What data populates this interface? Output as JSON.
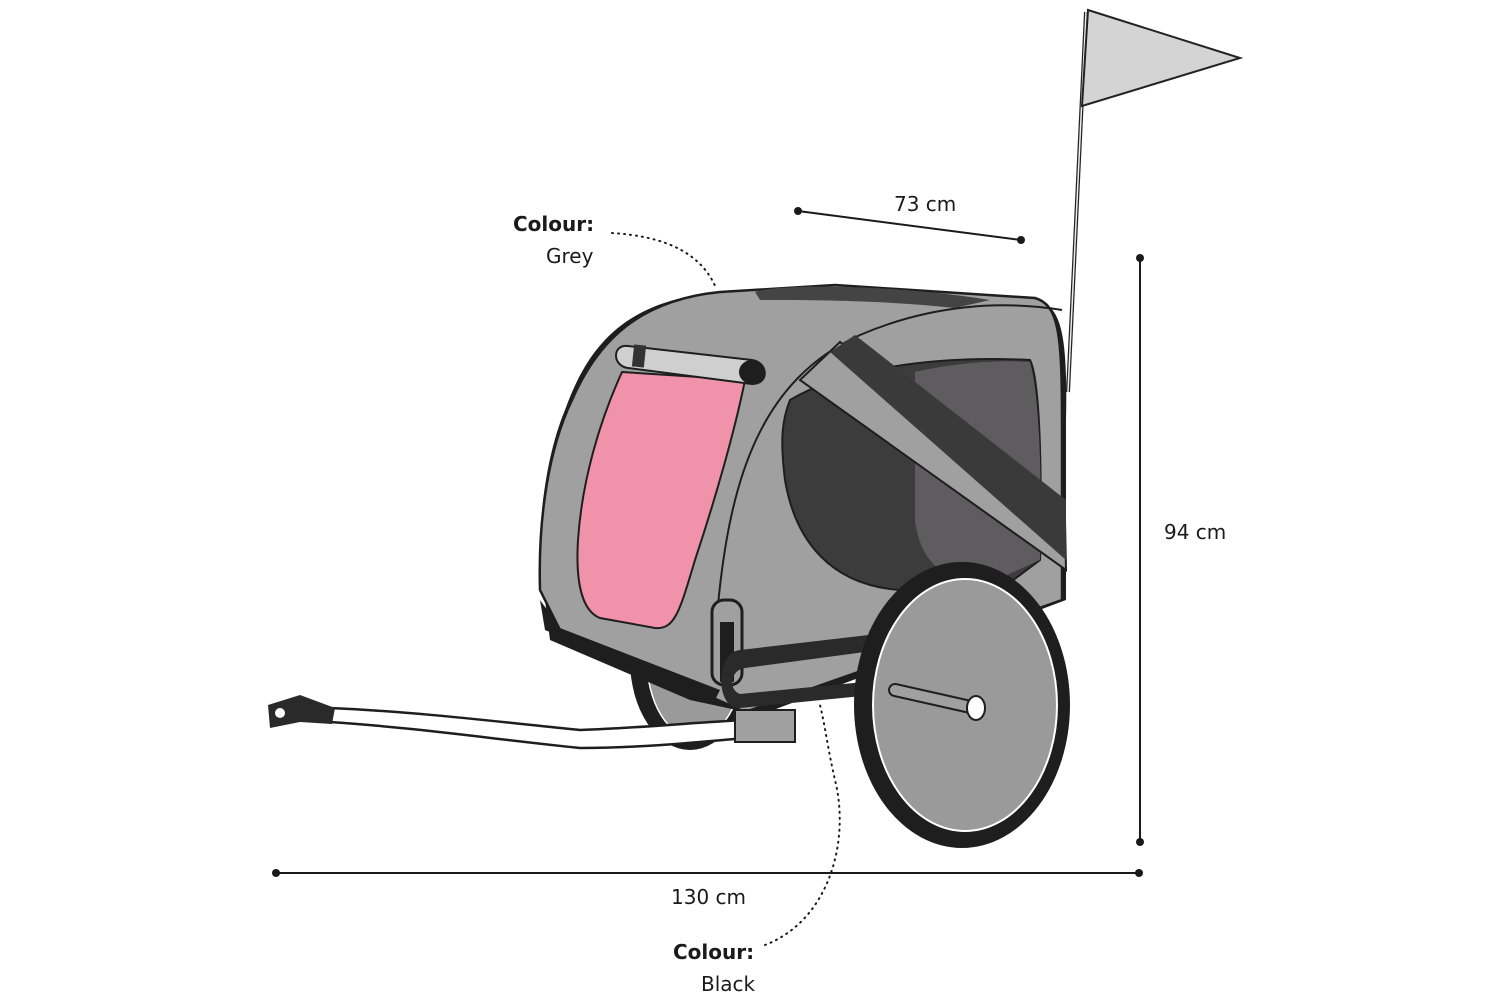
{
  "product": {
    "colour_labels": [
      {
        "label": "Colour:",
        "value": "Grey"
      },
      {
        "label": "Colour:",
        "value": "Black"
      }
    ],
    "dimensions": {
      "width": "73 cm",
      "height": "94 cm",
      "length": "130 cm"
    }
  },
  "colors": {
    "body_grey": "#a0a0a0",
    "panel_pink": "#f093aa",
    "frame_black": "#1e1e1e",
    "window_dark": "#3c3c3c",
    "flag_grey": "#d4d4d4"
  }
}
